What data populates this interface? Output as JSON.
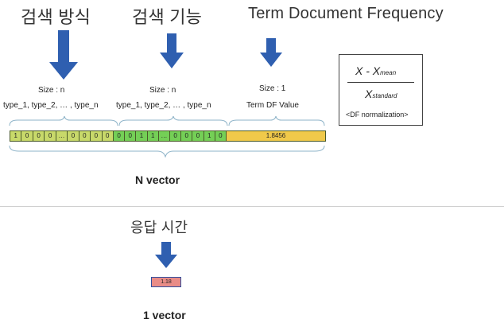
{
  "headings": {
    "search_method": "검색 방식",
    "search_function": "검색 기능",
    "tdf": "Term Document Frequency",
    "response_time": "응답 시간"
  },
  "labels": {
    "size1": "Size : n",
    "types1": "type_1, type_2, … , type_n",
    "size2": "Size : n",
    "types2": "type_1, type_2, … , type_n",
    "size3": "Size : 1",
    "term_df": "Term DF Value",
    "n_vector": "N vector",
    "one_vector": "1 vector"
  },
  "formula": {
    "numerator_x": "X - X",
    "numerator_sub": "mean",
    "denominator_x": "X",
    "denominator_sub": "standard",
    "caption": "<DF normalization>"
  },
  "vector": {
    "method_cells": [
      "1",
      "0",
      "0",
      "0",
      "…",
      "0",
      "0",
      "0",
      "0"
    ],
    "function_cells": [
      "0",
      "0",
      "1",
      "1",
      "…",
      "0",
      "0",
      "0",
      "1",
      "0"
    ],
    "tdf_value": "1.8456"
  },
  "response": {
    "value": "1.18"
  },
  "colors": {
    "arrow": "#2f5fb0",
    "method": "#c8d96a",
    "function": "#74cf56",
    "tdf": "#f0c94a",
    "response": "#e98c87",
    "brace": "#8db3c8"
  }
}
